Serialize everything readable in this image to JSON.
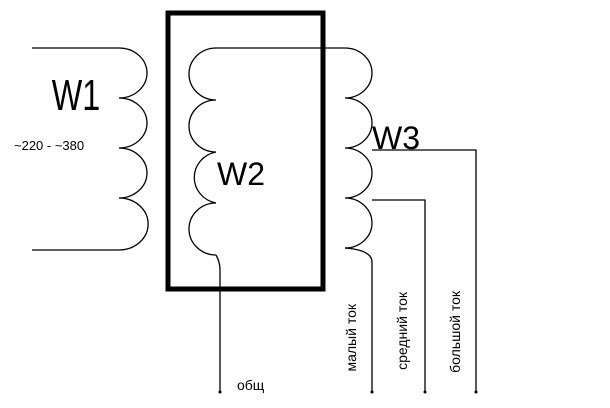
{
  "labels": {
    "w1": "W1",
    "w2": "W2",
    "w3": "W3",
    "voltage": "~220 - ~380",
    "common": "общ",
    "low_current": "малый ток",
    "medium_current": "средний ток",
    "high_current": "большой ток"
  },
  "colors": {
    "stroke": "#000000",
    "background": "#ffffff"
  }
}
